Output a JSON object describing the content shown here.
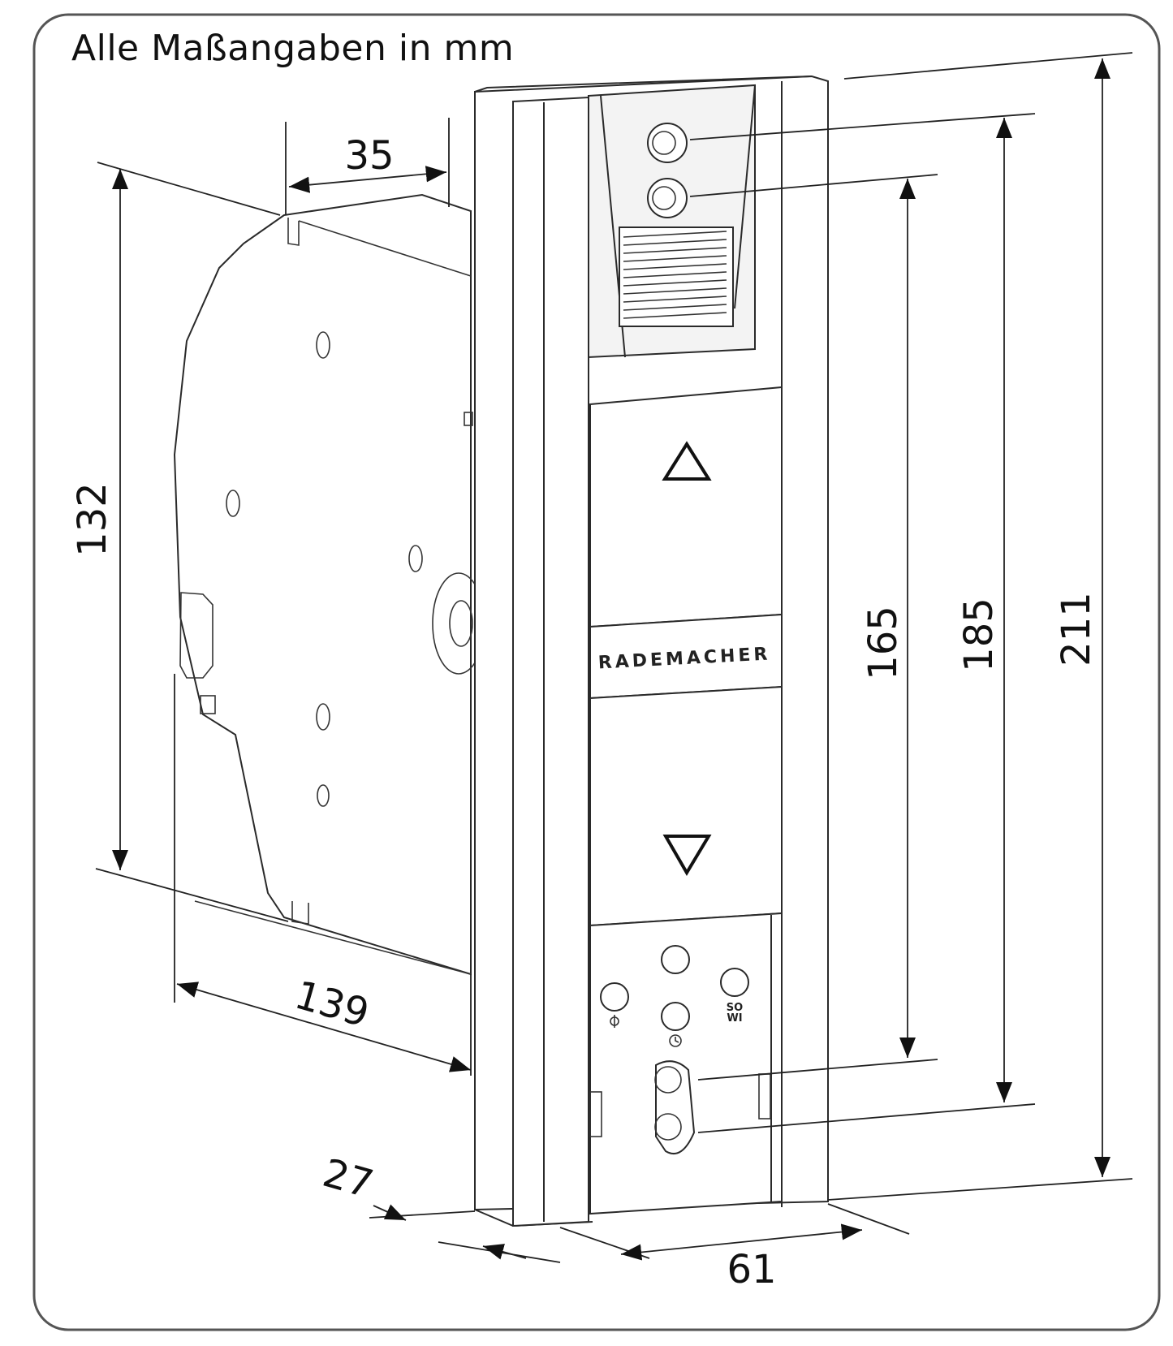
{
  "caption": "Alle Maßangaben in mm",
  "brand": "RADEMACHER",
  "button_labels": {
    "season": "SO WI"
  },
  "dimensions": {
    "depth_top": "35",
    "height_housing": "132",
    "depth_bottom": "139",
    "offset": "27",
    "width": "61",
    "h1": "165",
    "h2": "185",
    "h3": "211"
  },
  "colors": {
    "line": "#2a2a2a",
    "frame": "#555555"
  }
}
